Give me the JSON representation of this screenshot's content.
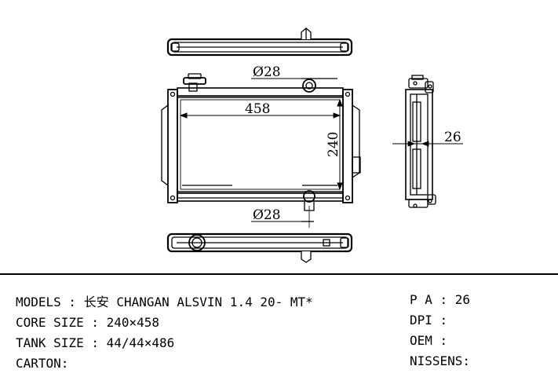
{
  "dimensions": {
    "top_pipe": "Ø28",
    "core_width": "458",
    "core_height": "240",
    "bottom_pipe": "Ø28",
    "side_depth": "26"
  },
  "specs": {
    "models": "MODELS : 长安 CHANGAN ALSVIN 1.4 20- MT*",
    "core_size": "CORE SIZE : 240×458",
    "tank_size": "TANK SIZE : 44/44×486",
    "carton": "CARTON:",
    "pa": "P A : 26",
    "dpi": "DPI :",
    "oem": "OEM :",
    "nissens": "NISSENS:"
  }
}
